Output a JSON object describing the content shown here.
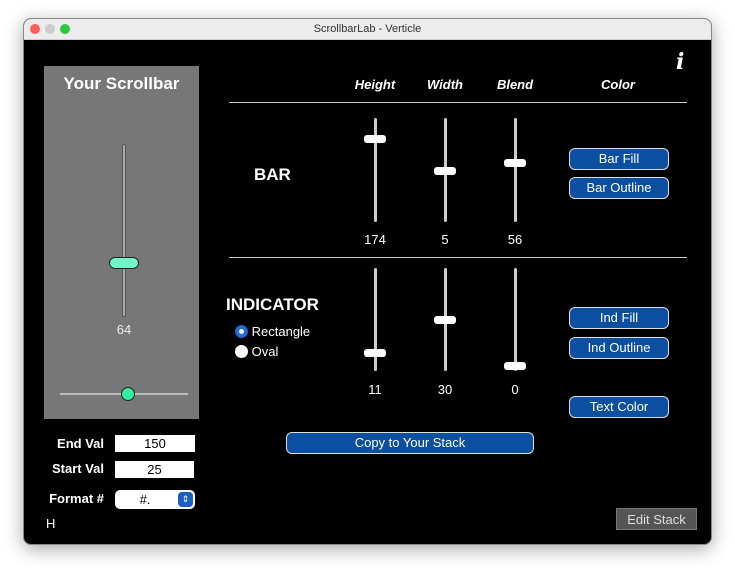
{
  "window": {
    "title": "ScrollbarLab - Verticle"
  },
  "preview": {
    "title": "Your Scrollbar",
    "vertical_value": "64",
    "vertical_level": 0.32,
    "horizontal_level": 0.53,
    "thumb_color": "#6ff5c8"
  },
  "fields": {
    "end_label": "End Val",
    "end_value": "150",
    "start_label": "Start Val",
    "start_value": "25",
    "format_label": "Format #",
    "format_value": "#.",
    "h_label": "H"
  },
  "columns": [
    "Height",
    "Width",
    "Blend",
    "Color"
  ],
  "bar": {
    "label": "BAR",
    "sliders": [
      {
        "name": "height",
        "value": "174",
        "level": 0.8
      },
      {
        "name": "width",
        "value": "5",
        "level": 0.49
      },
      {
        "name": "blend",
        "value": "56",
        "level": 0.57
      }
    ],
    "buttons": [
      "Bar Fill",
      "Bar Outline"
    ]
  },
  "indicator": {
    "label": "INDICATOR",
    "shape_options": [
      "Rectangle",
      "Oval"
    ],
    "selected_shape": "Rectangle",
    "sliders": [
      {
        "name": "height",
        "value": "11",
        "level": 0.17
      },
      {
        "name": "width",
        "value": "30",
        "level": 0.5
      },
      {
        "name": "blend",
        "value": "0",
        "level": 0.05
      }
    ],
    "buttons": [
      "Ind Fill",
      "Ind Outline",
      "Text Color"
    ]
  },
  "actions": {
    "copy": "Copy to Your Stack",
    "edit": "Edit Stack",
    "info": "i"
  }
}
